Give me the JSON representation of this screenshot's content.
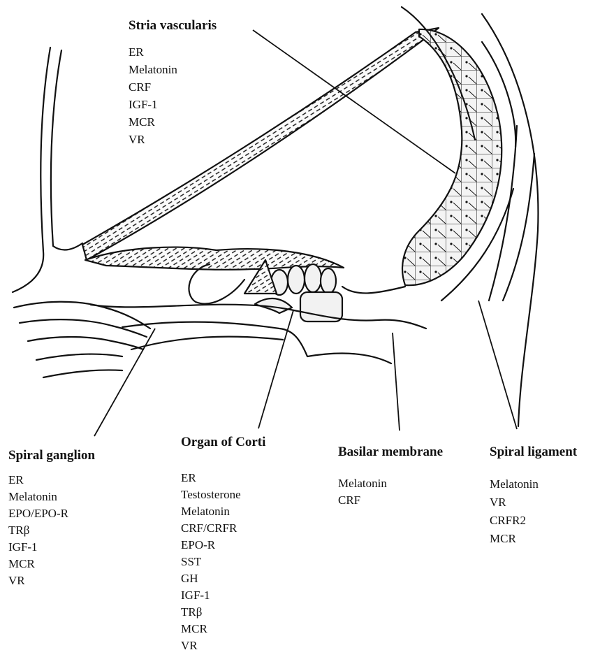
{
  "labels": {
    "stria": {
      "title": "Stria vascularis",
      "items": [
        "ER",
        "Melatonin",
        "CRF",
        "IGF-1",
        "MCR",
        "VR"
      ]
    },
    "ganglion": {
      "title": "Spiral ganglion",
      "items": [
        "ER",
        "Melatonin",
        "EPO/EPO-R",
        "TRβ",
        "IGF-1",
        "MCR",
        "VR"
      ]
    },
    "corti": {
      "title": "Organ of Corti",
      "items": [
        "ER",
        "Testosterone",
        "Melatonin",
        "CRF/CRFR",
        "EPO-R",
        "SST",
        "GH",
        "IGF-1",
        "TRβ",
        "MCR",
        "VR"
      ]
    },
    "basilar": {
      "title": "Basilar membrane",
      "items": [
        "Melatonin",
        "CRF"
      ]
    },
    "ligament": {
      "title": "Spiral ligament",
      "items": [
        "Melatonin",
        "VR",
        "CRFR2",
        "MCR"
      ]
    }
  },
  "colors": {
    "ink": "#111111",
    "background": "#ffffff"
  }
}
